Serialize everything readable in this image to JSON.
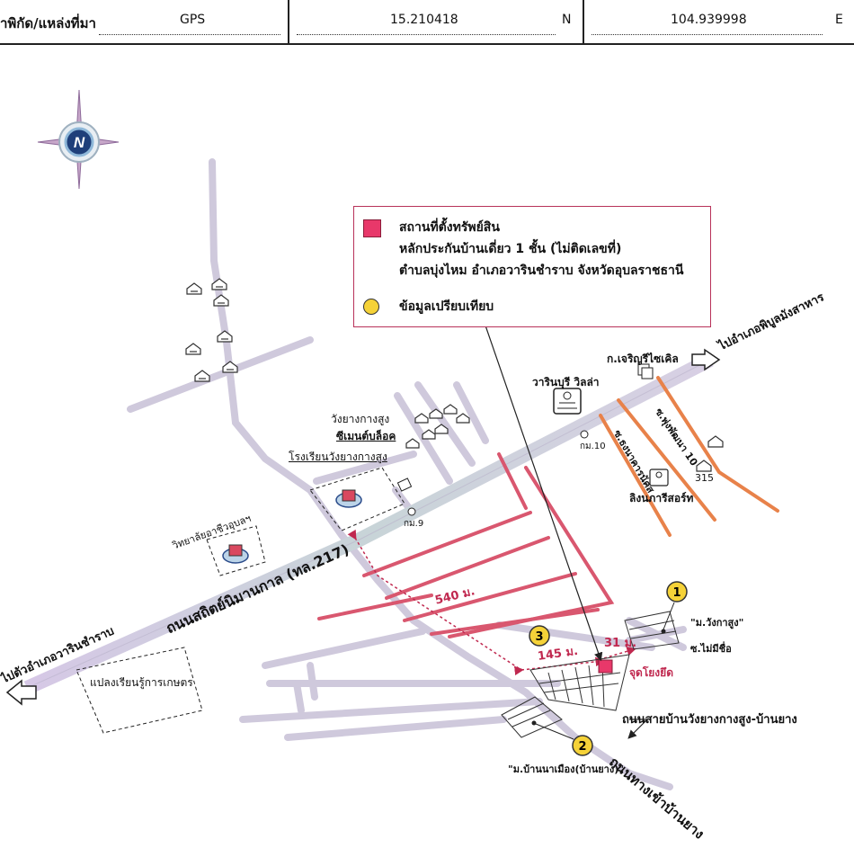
{
  "header": {
    "label": "าพิกัด/แหล่งที่มา",
    "source": "GPS",
    "lat": "15.210418",
    "lat_unit": "N",
    "lon": "104.939998",
    "lon_unit": "E"
  },
  "compass": {
    "letter": "N",
    "icon": "compass-rose-icon"
  },
  "legend": {
    "title": "สถานที่ตั้งทรัพย์สิน",
    "line2": "หลักประกันบ้านเดี่ยว 1 ชั้น (ไม่ติดเลขที่)",
    "line3": "ตำบลบุ่งไหม  อำเภอวารินชำราบ  จังหวัดอุบลราชธานี",
    "compare": "ข้อมูลเปรียบเทียบ",
    "property_color": "#e8386a",
    "compare_color": "#f5d238"
  },
  "roads": {
    "main": "ถนนสถิตย์นิมานกาล (ทล.217)",
    "to_warin": "ไปตัวอำเภอวารินชำราบ",
    "to_phibun": "ไปอำเภอพิบูลมังสาหาร",
    "side": "ถนนสายบ้านวังยางกางสูง-บ้านยาง",
    "entry": "ถนนทางเข้าบ้านยาง",
    "soi_khongnamkan": "ซ.ธงนาคารนัคส",
    "soi_phatthana": "ซ.พุ่งพัฒนา 10"
  },
  "places": {
    "school": "โรงเรียนวังยางกางสูง",
    "wangyang": "วังยางกางสูง",
    "cement": "ซีเมนต์บล็อค",
    "college": "วิทยาลัยอาชีวอุบลฯ",
    "farm": "แปลงเรียนรู้การเกษตร",
    "villa": "วารินบุรี วิลล่า",
    "recycle": "ก.เจริญรีไซเคิล",
    "resort": "ลิงนภารีสอร์ท",
    "km9": "กม.9",
    "km10": "กม.10",
    "house315": "315",
    "no_name_soi": "ซ.ไม่มีชื่อ",
    "ref_point": "จุดโยงยึด",
    "comp1_village": "\"ม.วังกาสูง\"",
    "comp2_village": "\"ม.บ้านนาเมือง(บ้านยาง)\""
  },
  "distances": {
    "d540": "540 ม.",
    "d145": "145 ม.",
    "d31": "31 ม."
  },
  "comparables": [
    "1",
    "2",
    "3"
  ]
}
